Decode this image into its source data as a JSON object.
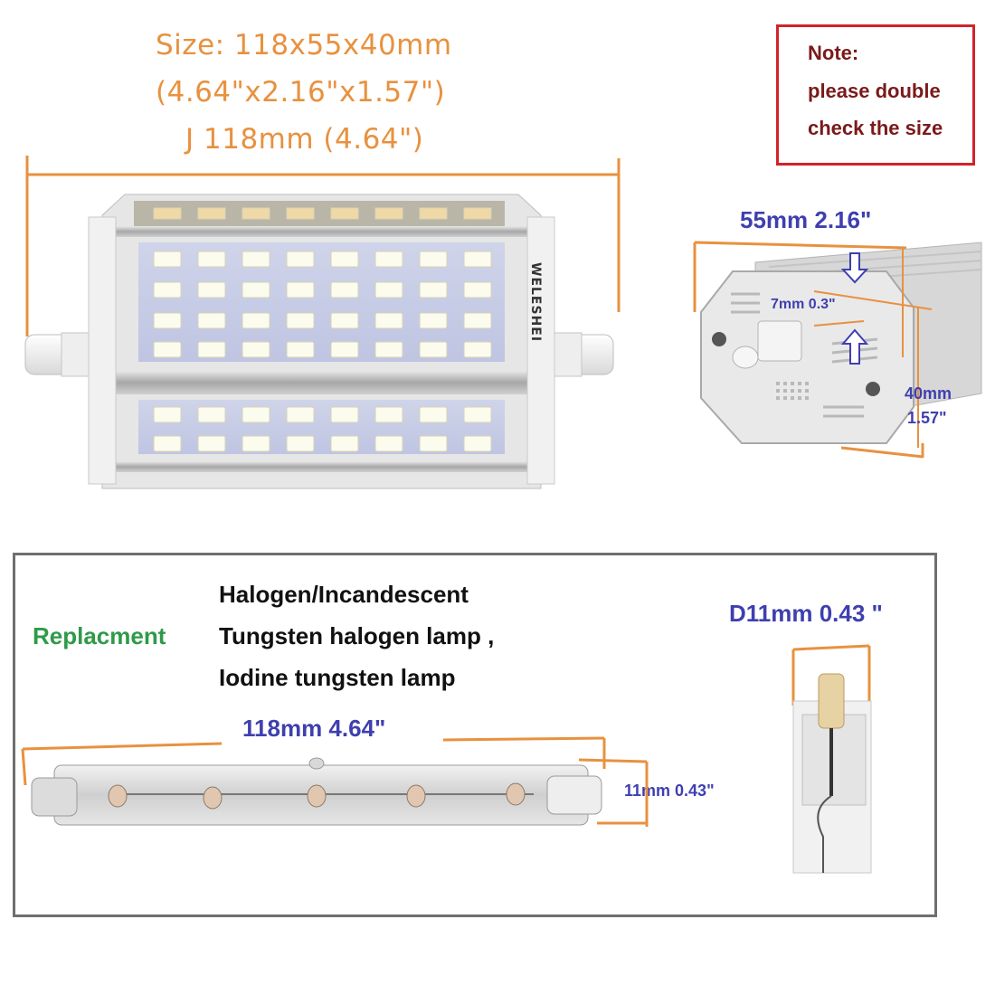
{
  "top": {
    "size_line1": "Size: 118x55x40mm",
    "size_line2": "(4.64\"x2.16\"x1.57\")",
    "size_line3": "J 118mm (4.64\")",
    "brand_on_lamp": "WELESHEI"
  },
  "note": {
    "line1": "Note:",
    "line2": "please double",
    "line3": "check the size"
  },
  "side_view": {
    "width_label": "55mm 2.16\"",
    "inner_label": "7mm 0.3\"",
    "height_label_1": "40mm",
    "height_label_2": "1.57\""
  },
  "bottom": {
    "replacement_label": "Replacment",
    "desc_line1": "Halogen/Incandescent",
    "desc_line2": "Tungsten halogen lamp ,",
    "desc_line3": "Iodine tungsten lamp",
    "length_label": "118mm 4.64\"",
    "diameter_label": "11mm 0.43\"",
    "end_diameter_label": "D11mm 0.43 \""
  },
  "colors": {
    "dimension_orange": "#e8913f",
    "dimension_blue": "#3f3fb0",
    "note_red": "#d2232a",
    "replacement_green": "#2f9a48"
  }
}
